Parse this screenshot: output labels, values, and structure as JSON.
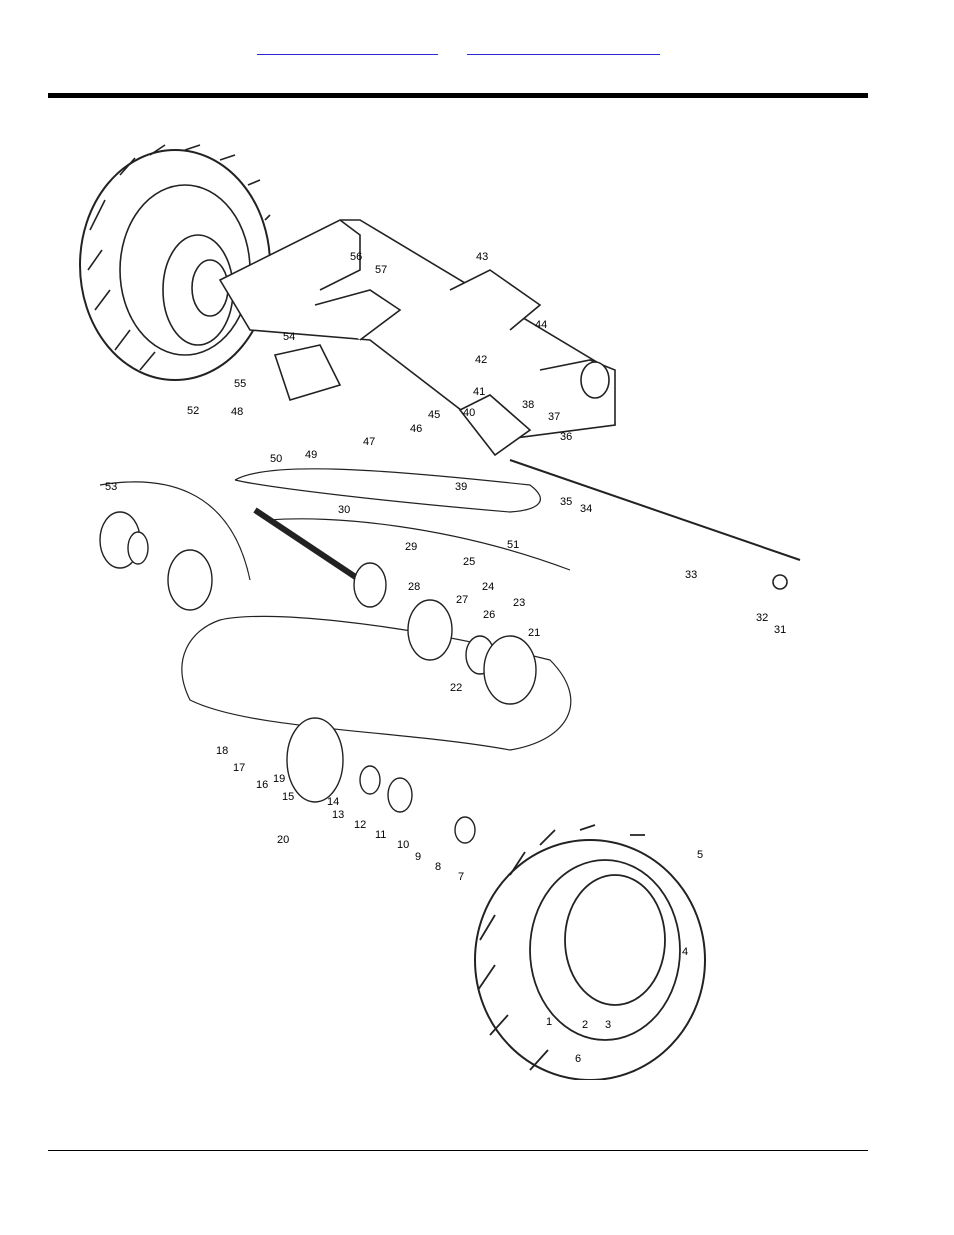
{
  "header": {
    "link_1": "",
    "link_2": ""
  },
  "callouts": [
    "1",
    "2",
    "3",
    "4",
    "5",
    "6",
    "7",
    "8",
    "9",
    "10",
    "11",
    "12",
    "13",
    "14",
    "15",
    "16",
    "17",
    "18",
    "19",
    "20",
    "21",
    "22",
    "23",
    "24",
    "25",
    "26",
    "27",
    "28",
    "29",
    "30",
    "31",
    "32",
    "33",
    "34",
    "35",
    "36",
    "37",
    "38",
    "39",
    "40",
    "41",
    "42",
    "43",
    "44",
    "45",
    "46",
    "47",
    "48",
    "49",
    "50",
    "51",
    "52",
    "53",
    "54",
    "55",
    "56",
    "57"
  ]
}
